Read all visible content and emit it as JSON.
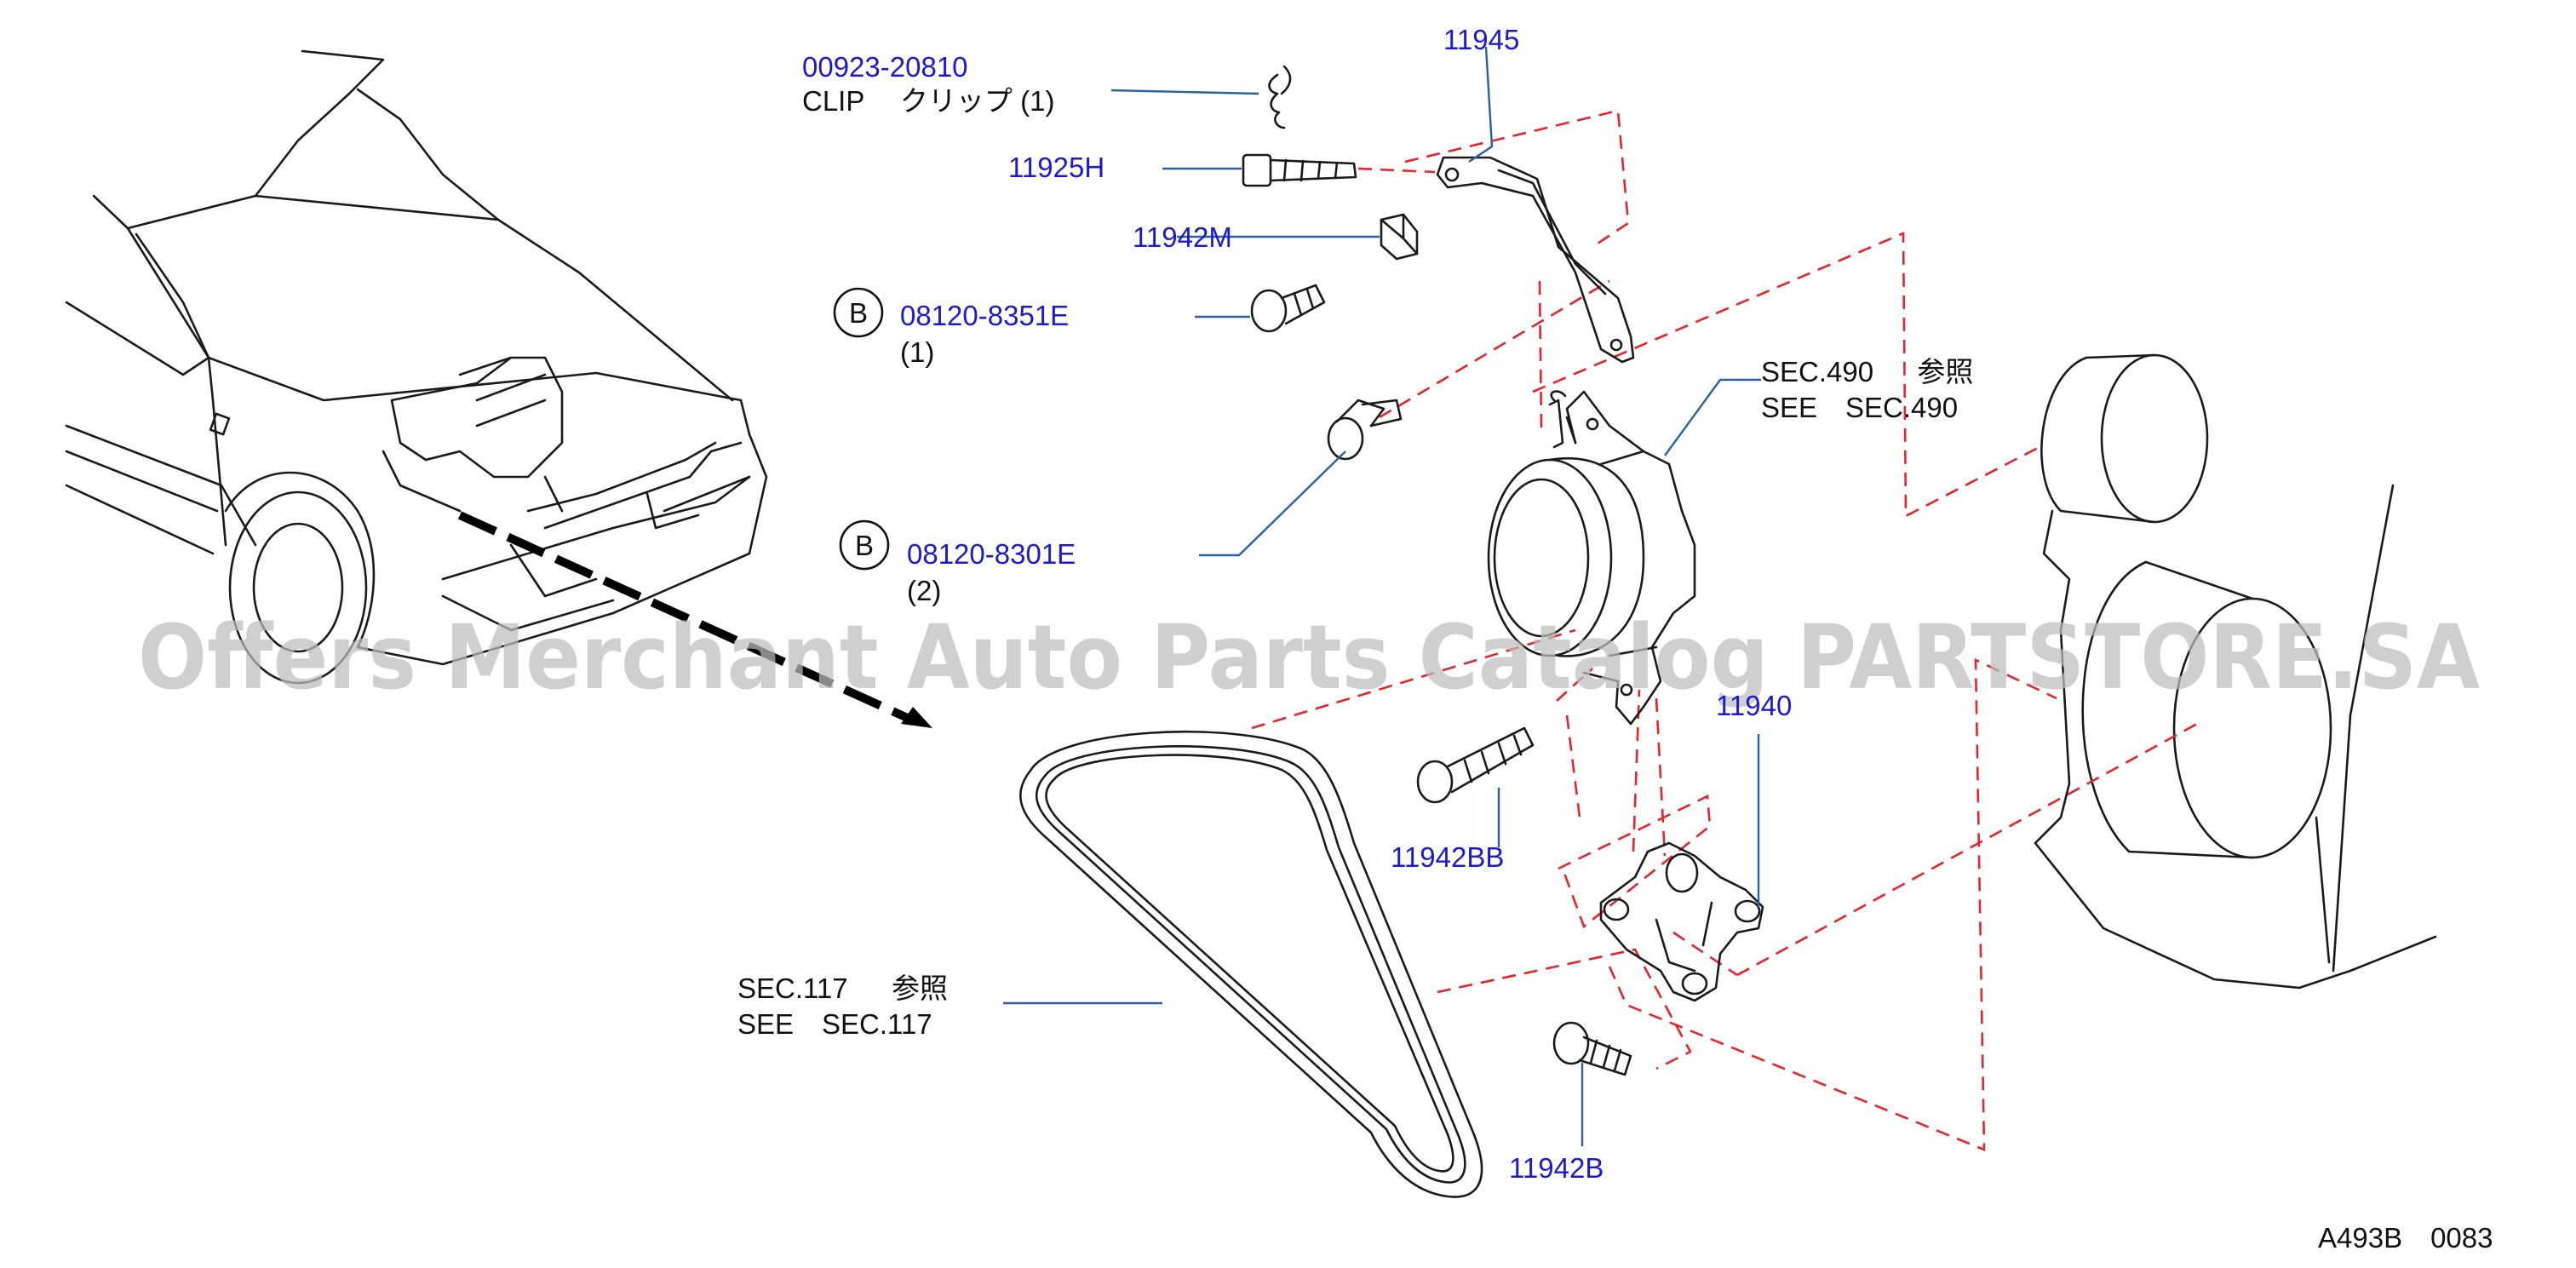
{
  "colors": {
    "part_number": "#1a1ad6",
    "label": "#111111",
    "leader_line": "#2b5fa6",
    "assembly_line": "#e8232a",
    "watermark": "#bdbdbd"
  },
  "callouts": {
    "clip_pn": "00923-20810",
    "clip_label": "CLIP　 クリップ (1)",
    "bracket_pn": "11945",
    "bolt_h_pn": "11925H",
    "spacer_pn": "11942M",
    "bolt_b1_circle": "B",
    "bolt_b1_pn": "08120-8351E",
    "bolt_b1_qty": "(1)",
    "bolt_b2_circle": "B",
    "bolt_b2_pn": "08120-8301E",
    "bolt_b2_qty": "(2)",
    "sec490_line1": "SEC.490 　 参照",
    "sec490_line2": "SEE　SEC.490",
    "bracket_lower_pn": "11940",
    "bolt_bb_pn": "11942BB",
    "sec117_line1": "SEC.117 　 参照",
    "sec117_line2": "SEE　SEC.117",
    "bolt_b_pn": "11942B"
  },
  "watermark": "Offers Merchant Auto Parts Catalog PARTSTORE.SA",
  "diagram_code": "A493B　0083",
  "icons": {
    "vehicle": "car-front-outline-icon",
    "clip": "clip-icon",
    "belt": "drive-belt-icon",
    "pump": "vacuum-pump-icon",
    "pulleys": "engine-pulley-icon"
  }
}
